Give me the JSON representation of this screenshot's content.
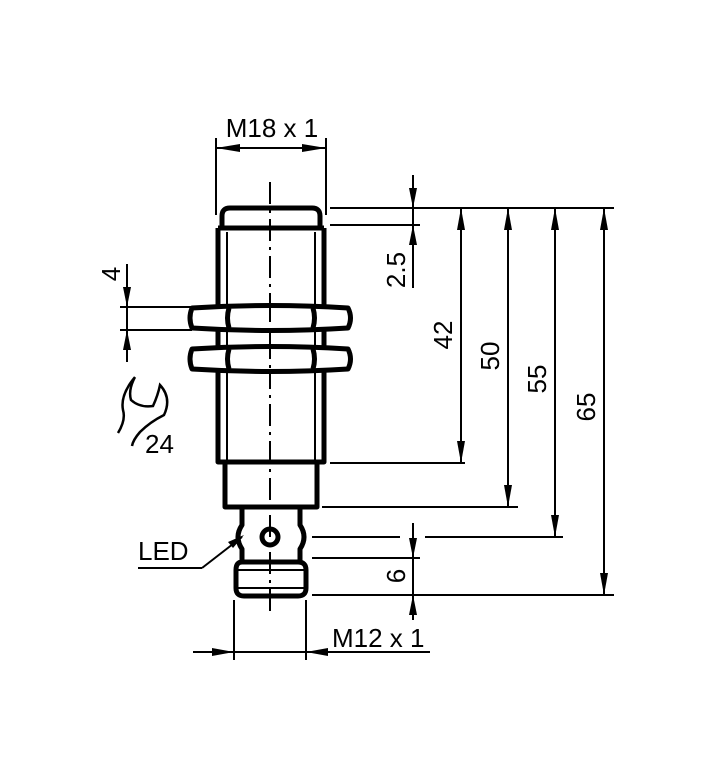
{
  "drawing": {
    "colors": {
      "line": "#000000",
      "background": "#ffffff"
    },
    "labels": {
      "thread_main": "M18 x 1",
      "thread_connector": "M12 x 1",
      "nut_thickness": "4",
      "wrench_size": "24",
      "led": "LED",
      "dim_2_5": "2.5",
      "dim_42": "42",
      "dim_50": "50",
      "dim_55": "55",
      "dim_65": "65",
      "dim_6": "6"
    },
    "icons": {
      "wrench": "wrench-icon"
    }
  }
}
